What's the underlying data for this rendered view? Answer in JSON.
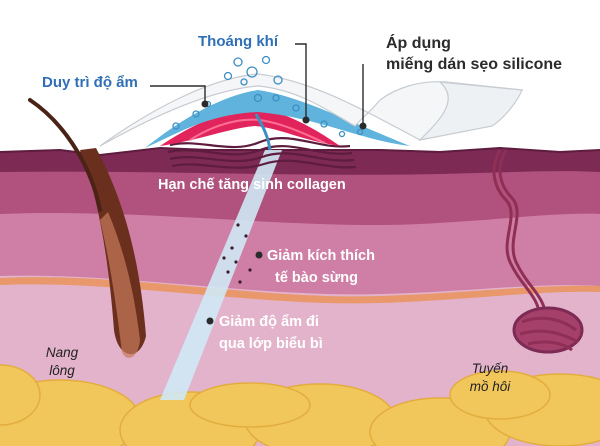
{
  "labels": {
    "thoang_khi": "Thoáng khí",
    "duy_tri_do_am": "Duy trì độ ẩm",
    "ap_dung": "Áp dụng",
    "mieng_dan": "miếng dán sẹo silicone",
    "han_che": "Hạn chế tăng sinh collagen",
    "giam_kich_thich_1": "Giảm kích thích",
    "giam_kich_thich_2": "tế bào sừng",
    "giam_do_am_1": "Giảm độ ẩm đi",
    "giam_do_am_2": "qua lớp biểu bì",
    "nang_long_1": "Nang",
    "nang_long_2": "lông",
    "tuyen_mo_hoi_1": "Tuyến",
    "tuyen_mo_hoi_2": "mồ hôi"
  },
  "colors": {
    "epidermis": "#7d2a55",
    "dermis_upper": "#b0527d",
    "dermis_mid": "#cf7fa5",
    "dermis_low": "#e3b3cb",
    "fat": "#f1c75b",
    "gel_blue": "#5fb3dc",
    "scar_red": "#e2245c",
    "hair": "#5a2b1d"
  }
}
